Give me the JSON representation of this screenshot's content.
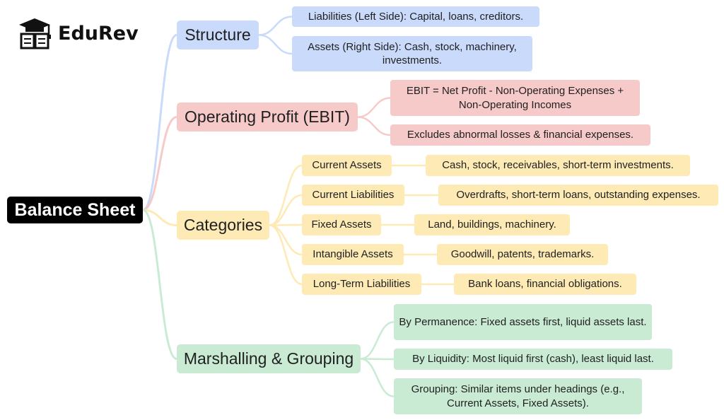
{
  "logo": {
    "icon": "graduation-cap-book-icon",
    "text": "EduRev"
  },
  "colors": {
    "structure": "#c9dafa",
    "ebit": "#f7caca",
    "categories": "#fdeab5",
    "marshalling": "#c9ebd3",
    "root": "#000000"
  },
  "root": {
    "label": "Balance Sheet"
  },
  "branches": [
    {
      "label": "Structure",
      "children": [
        {
          "label": "Liabilities (Left Side): Capital, loans, creditors."
        },
        {
          "label": "Assets (Right Side): Cash, stock, machinery, investments."
        }
      ]
    },
    {
      "label": "Operating Profit (EBIT)",
      "children": [
        {
          "label": "EBIT = Net Profit - Non-Operating Expenses + Non-Operating Incomes"
        },
        {
          "label": "Excludes abnormal losses & financial expenses."
        }
      ]
    },
    {
      "label": "Categories",
      "children": [
        {
          "label": "Current Assets",
          "detail": "Cash, stock, receivables, short-term investments."
        },
        {
          "label": "Current Liabilities",
          "detail": "Overdrafts, short-term loans, outstanding expenses."
        },
        {
          "label": "Fixed Assets",
          "detail": "Land, buildings, machinery."
        },
        {
          "label": "Intangible Assets",
          "detail": "Goodwill, patents, trademarks."
        },
        {
          "label": "Long-Term Liabilities",
          "detail": "Bank loans, financial obligations."
        }
      ]
    },
    {
      "label": "Marshalling & Grouping",
      "children": [
        {
          "label": "By Permanence: Fixed assets first, liquid assets last."
        },
        {
          "label": "By Liquidity: Most liquid first (cash), least liquid last."
        },
        {
          "label": "Grouping: Similar items under headings (e.g., Current Assets, Fixed Assets)."
        }
      ]
    }
  ]
}
